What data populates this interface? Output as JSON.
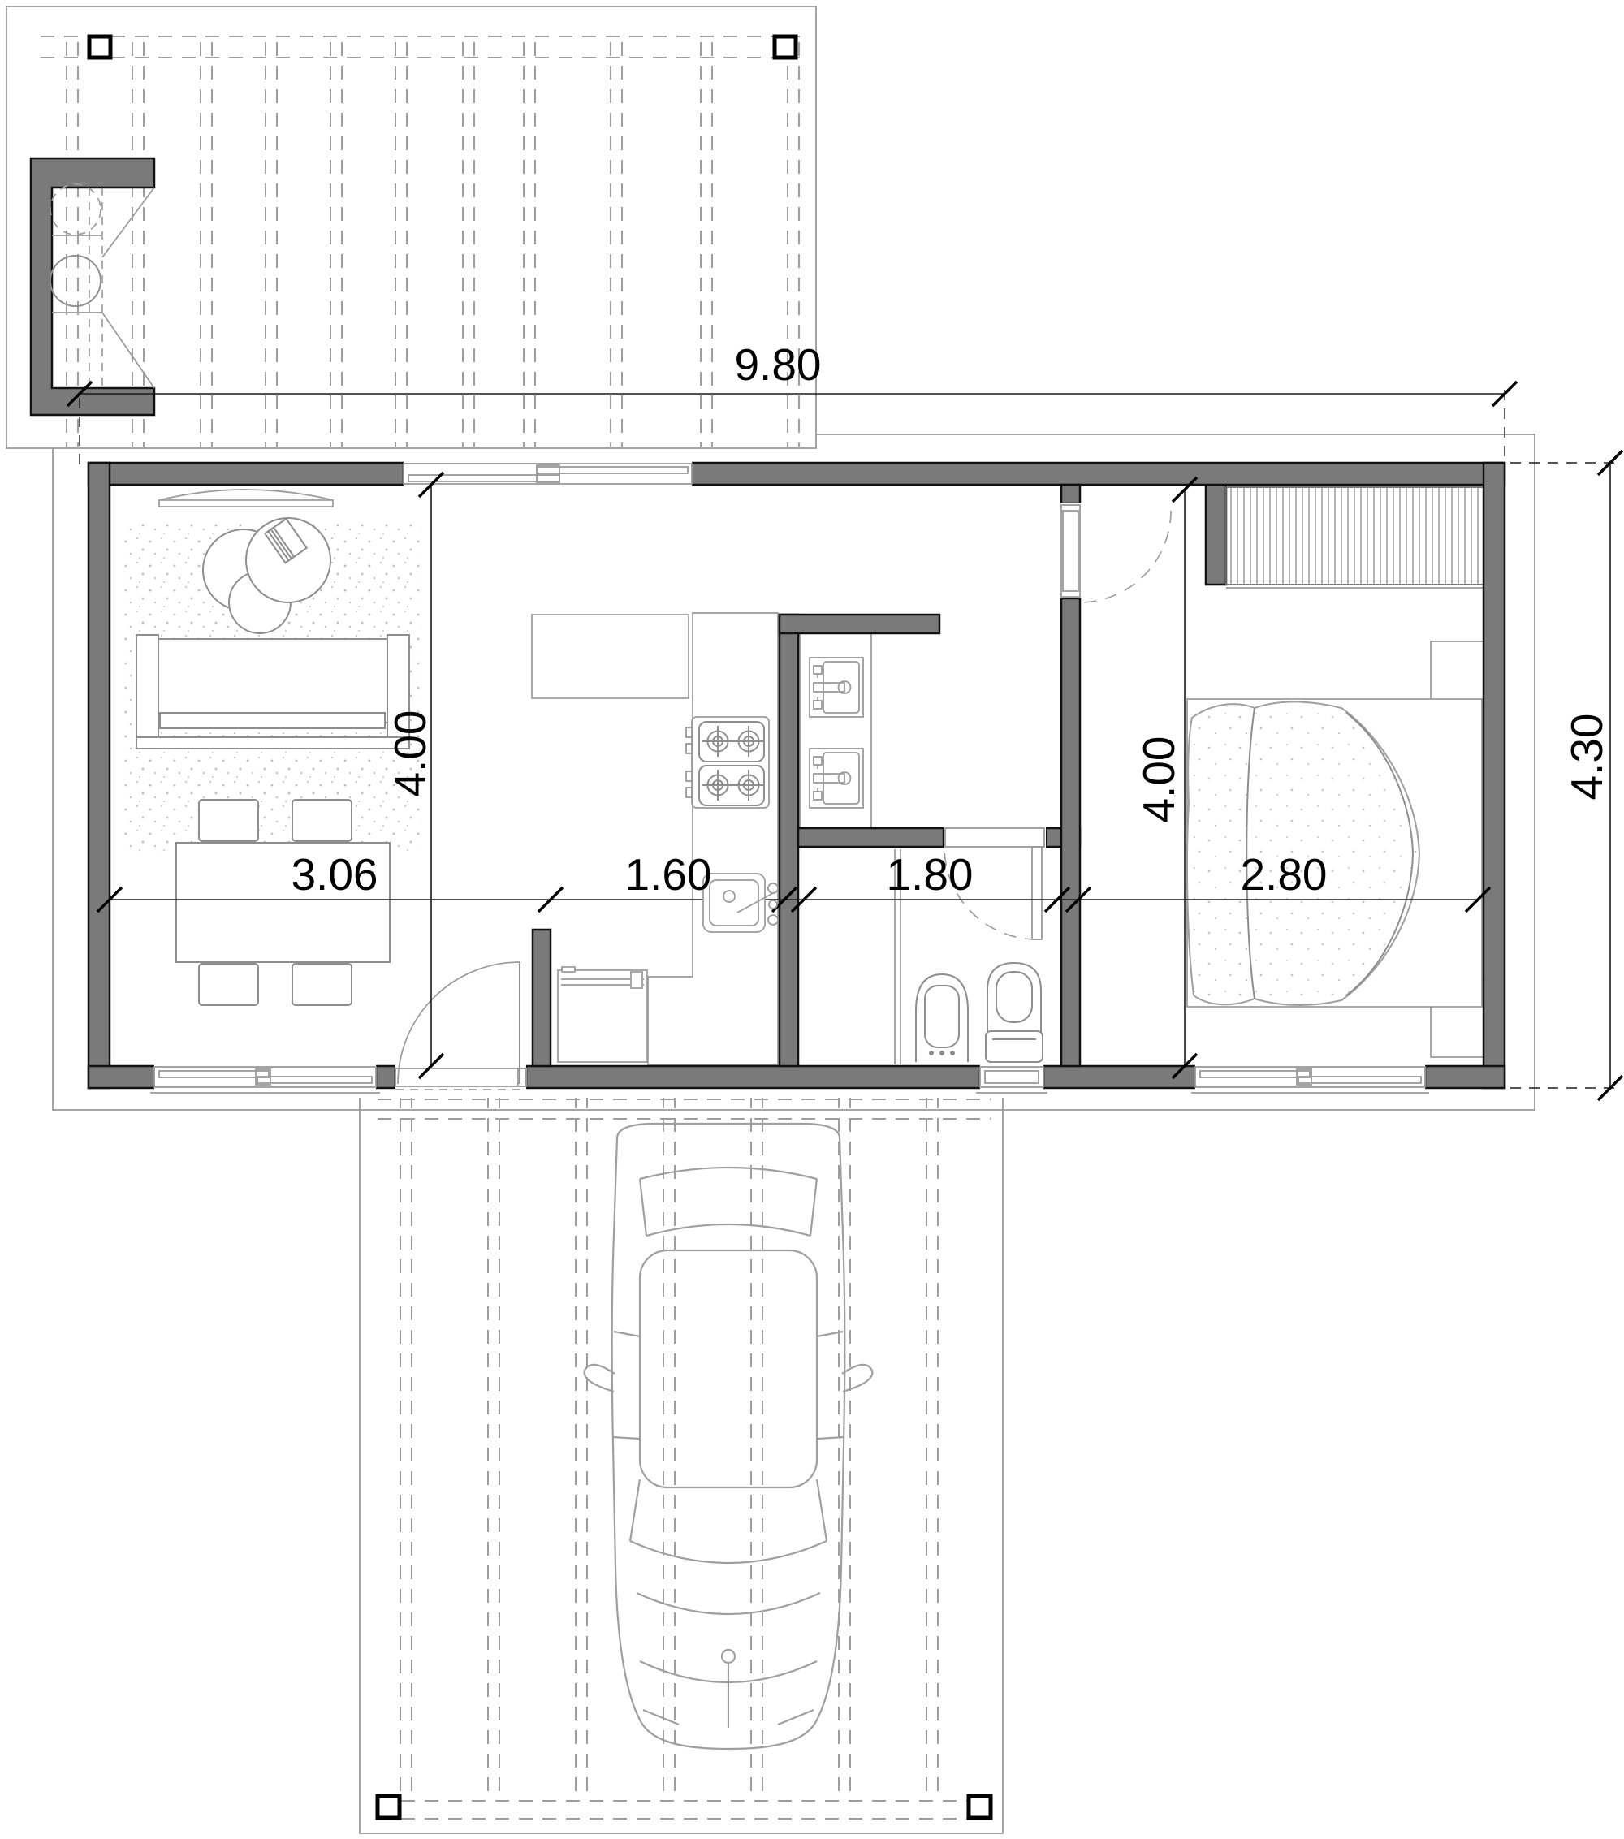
{
  "document": {
    "type": "architectural-floor-plan",
    "view": "top-down plan of small house with deck, carport and car"
  },
  "dimensions": {
    "overall_width": "9.80",
    "overall_depth": "4.30",
    "living_room_width": "3.06",
    "kitchen_width": "1.60",
    "bathroom_width": "1.80",
    "bedroom_width": "2.80",
    "living_room_depth": "4.00",
    "bedroom_depth": "4.00"
  },
  "colors": {
    "background": "#ffffff",
    "wall_fill": "#7a7a7a",
    "wall_outline": "#111111",
    "furniture_line": "#8e8e8e",
    "light_line": "#9a9a9a",
    "dimension_line": "#1a1a1a",
    "text": "#000000"
  }
}
